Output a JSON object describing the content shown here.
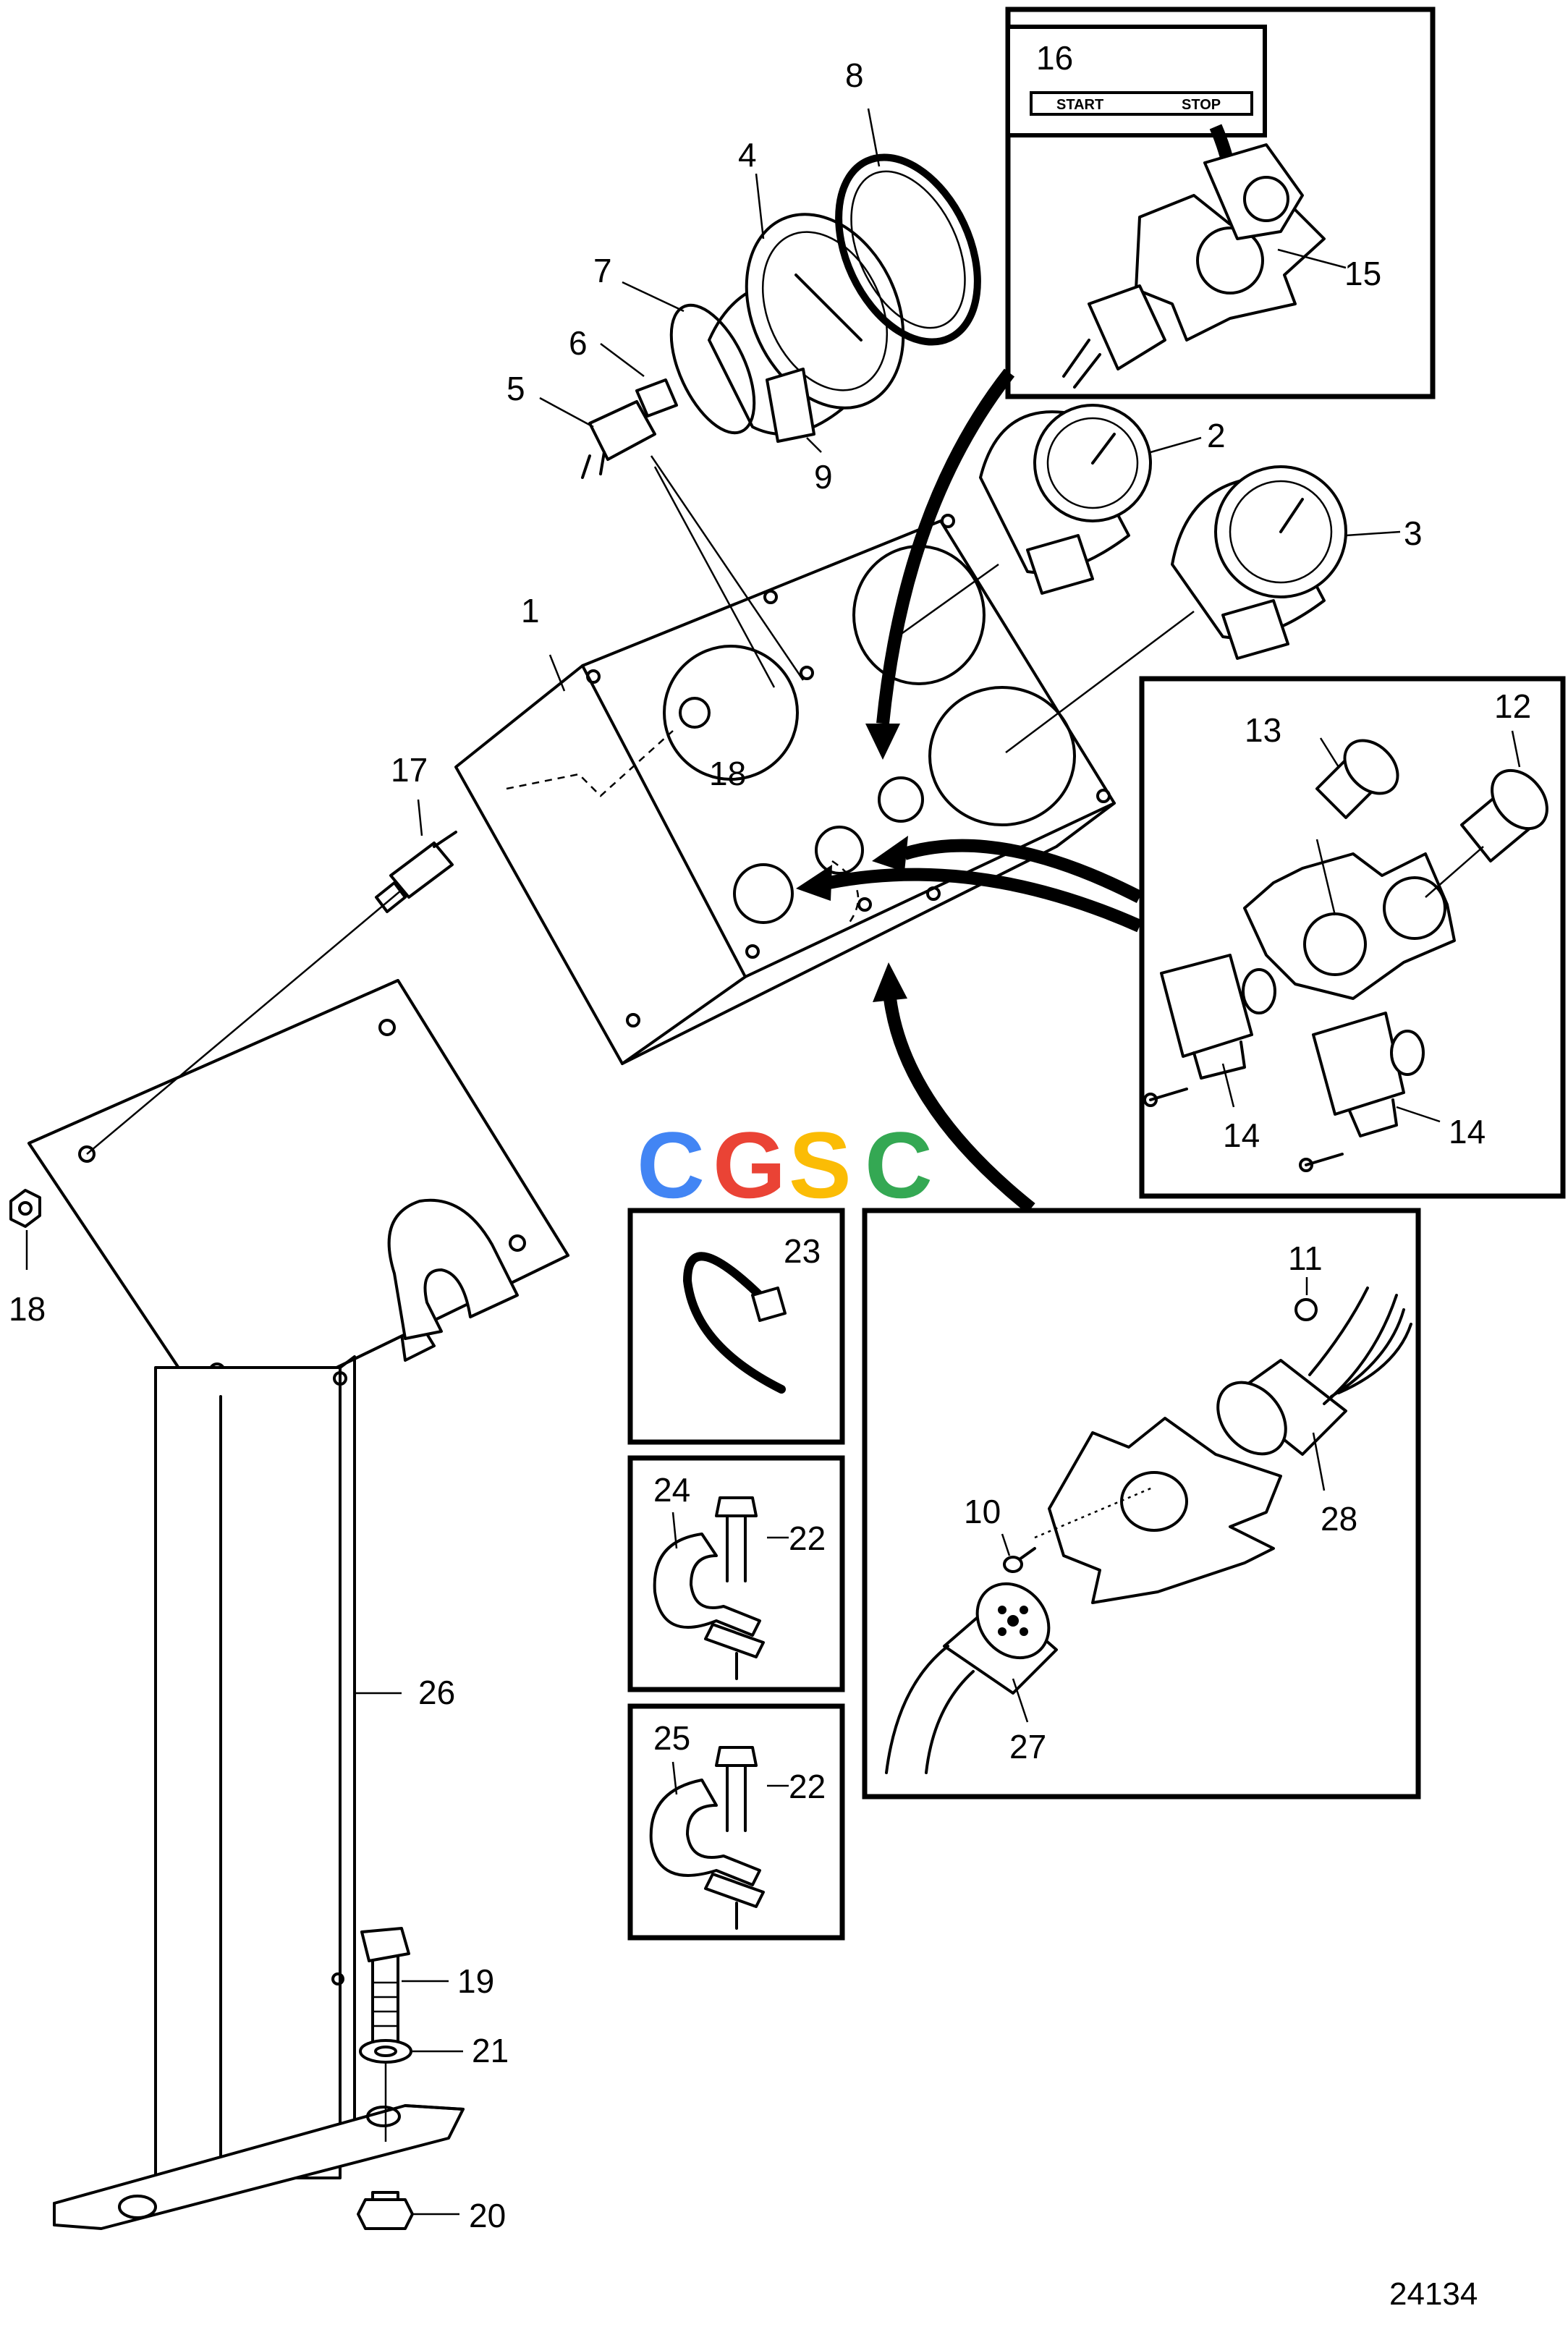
{
  "drawing_number": "24134",
  "watermark": "CGSC",
  "watermark_colors": [
    "#4285F4",
    "#EA4335",
    "#FBBC05",
    "#34A853"
  ],
  "callouts": {
    "c1": "1",
    "c2": "2",
    "c3": "3",
    "c4": "4",
    "c5": "5",
    "c6": "6",
    "c7": "7",
    "c8": "8",
    "c9": "9",
    "c10": "10",
    "c11": "11",
    "c12": "12",
    "c13": "13",
    "c14a": "14",
    "c14b": "14",
    "c15": "15",
    "c16": "16",
    "c17": "17",
    "c18a": "18",
    "c18b": "18",
    "c19": "19",
    "c20": "20",
    "c21": "21",
    "c22a": "22",
    "c22b": "22",
    "c23": "23",
    "c24": "24",
    "c25": "25",
    "c26": "26",
    "c27": "27",
    "c28": "28"
  },
  "decal": {
    "start": "START",
    "stop": "STOP"
  },
  "icons": [
    "gauge-icon",
    "switch-icon",
    "connector-icon",
    "cable-tie-icon",
    "clamp-icon",
    "bolt-icon",
    "nut-icon",
    "arrow-icon"
  ]
}
